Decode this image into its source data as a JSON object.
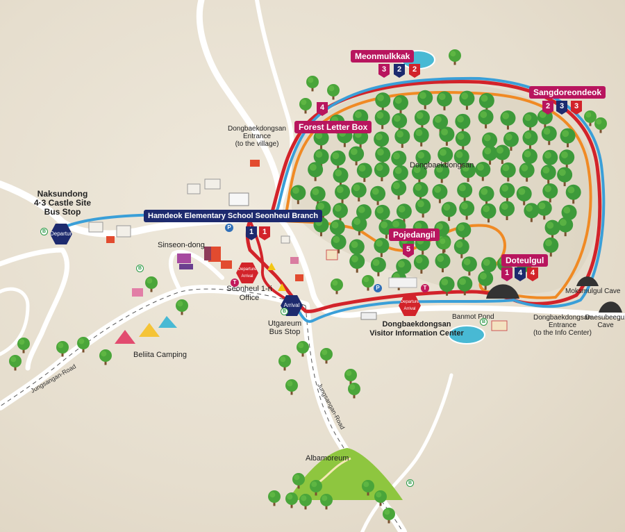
{
  "colors": {
    "route_red": "#d2232a",
    "route_blue": "#3a9fd8",
    "route_orange": "#f08a24",
    "route_magenta": "#b8155e",
    "route_navy": "#1d2a6e",
    "tree": "#3d9a3a",
    "road": "#ffffff"
  },
  "places": {
    "naksundong": "Naksundong\n4·3 Castle Site\nBus Stop",
    "dongbaek_entrance_village": "Dongbaekdongsan\nEntrance\n(to the village)",
    "dongbaekdongsan": "Dongbaekdongsan",
    "sinseon_dong": "Sinseon-dong",
    "seonheul_office": "Seonheul 1-ri\nOffice",
    "utgareum": "Utgareum\nBus Stop",
    "belita_camping": "Beliita Camping",
    "visitor_center": "Dongbaekdongsan\nVisitor Information Center",
    "banmot_pond": "Banmot Pond",
    "moksmulgul_cave": "Moksmulgul Cave",
    "daesubeegul_cave": "Daesubeegul\nCave",
    "dongbaek_entrance_info": "Dongbaekdongsan\nEntrance\n(to the Info Center)",
    "albamoreum": "Albamoreum"
  },
  "tags": {
    "meonmulkkak": "Meonmulkkak",
    "sangdoreondeok": "Sangdoreondeok",
    "forest_letter_box": "Forest Letter Box",
    "hamdeok_school": "Hamdeok Elementary School Seonheul Branch",
    "pojedangil": "Pojedangil",
    "doteulgul": "Doteulgul"
  },
  "roads": {
    "left": "Jungsangan-Road",
    "right": "Jungsangan-Road"
  },
  "signs": {
    "departure": "Departure",
    "arrival": "Arrival",
    "departure_arrival_top": "Departure",
    "departure_arrival_bottom": "Arrival"
  },
  "markers": {
    "meon": [
      "3",
      "2",
      "2"
    ],
    "sang": [
      "2",
      "3",
      "3"
    ],
    "forest": "4",
    "hamdeok": [
      "1",
      "1"
    ],
    "poje": "5",
    "dot": [
      "1",
      "4",
      "4"
    ]
  },
  "icons": {
    "bus": "bus-stop-icon",
    "parking": "parking-icon",
    "toilet": "toilet-icon",
    "caution": "caution-icon",
    "tree": "tree-icon",
    "house": "house-icon",
    "tent": "tent-icon",
    "cave": "cave-icon",
    "pond": "pond-icon"
  }
}
